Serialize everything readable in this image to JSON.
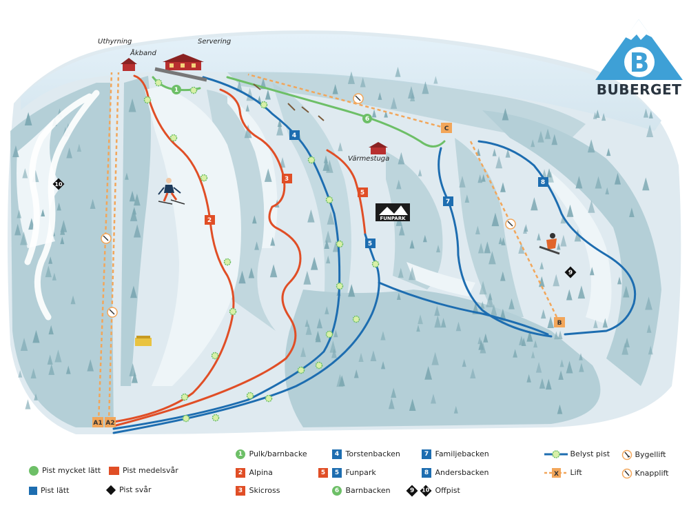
{
  "brand": {
    "name": "BUBERGET",
    "letter": "B"
  },
  "places": {
    "uthyrning": "Uthyrning",
    "akband": "Åkband",
    "servering": "Servering",
    "varmestuga": "Värmestuga",
    "funpark": "FUNPARK"
  },
  "slopes": [
    {
      "n": "1",
      "difficulty": "mycket lätt"
    },
    {
      "n": "2",
      "difficulty": "medelsvår"
    },
    {
      "n": "3",
      "difficulty": "medelsvår"
    },
    {
      "n": "4",
      "difficulty": "lätt"
    },
    {
      "n": "5",
      "difficulty": "lätt"
    },
    {
      "n": "6",
      "difficulty": "mycket lätt"
    },
    {
      "n": "7",
      "difficulty": "lätt"
    },
    {
      "n": "8",
      "difficulty": "lätt"
    },
    {
      "n": "9",
      "difficulty": "svår"
    },
    {
      "n": "10",
      "difficulty": "svår"
    }
  ],
  "lifts": [
    {
      "id": "A1"
    },
    {
      "id": "A2"
    },
    {
      "id": "B"
    },
    {
      "id": "C"
    }
  ],
  "legend": {
    "difficulty": {
      "very_easy": "Pist mycket lätt",
      "intermediate": "Pist medelsvår",
      "easy": "Pist lätt",
      "difficult": "Pist svår"
    },
    "names": {
      "n1_num": "1",
      "n1": "Pulk/barnbacke",
      "n2_num": "2",
      "n2": "Alpina",
      "n3_num": "3",
      "n3": "Skicross",
      "n4_num": "4",
      "n4": "Torstenbacken",
      "n5a_num": "5",
      "n5b_num": "5",
      "n5": "Funpark",
      "n6_num": "6",
      "n6": "Barnbacken",
      "n7_num": "7",
      "n7": "Familjebacken",
      "n8_num": "8",
      "n8": "Andersbacken",
      "n9_num": "9",
      "n10_num": "10",
      "n9_10": "Offpist"
    },
    "symbols": {
      "lit": "Belyst pist",
      "lift_marker": "X",
      "lift": "Lift",
      "tbar": "Bygellift",
      "button": "Knapplift"
    }
  },
  "colors": {
    "green": "#6dbf67",
    "red": "#e04e26",
    "blue": "#1d6db0",
    "black": "#111111",
    "lift": "#f2a65a",
    "snow": "#dbe8ee",
    "sky": "#e8f3fa",
    "tree": "#7ea9b3"
  }
}
